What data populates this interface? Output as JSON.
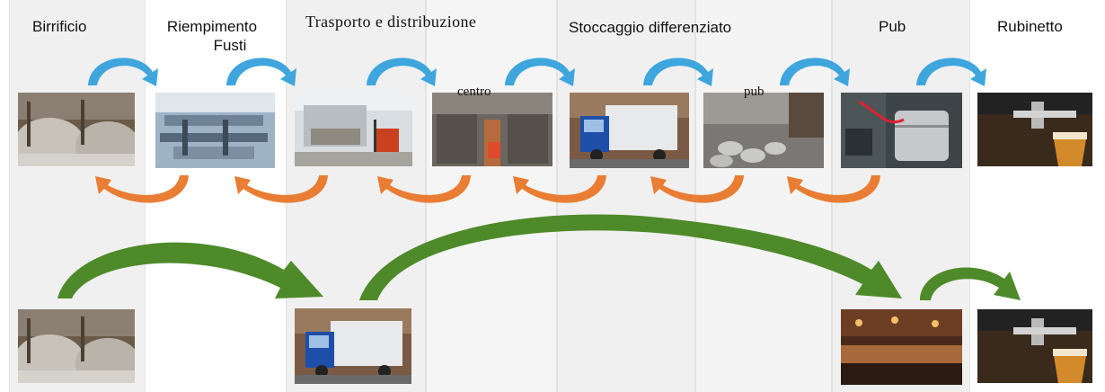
{
  "stages": [
    {
      "id": "birrificio",
      "label": "Birrificio"
    },
    {
      "id": "riempimento",
      "label_line1": "Riempimento",
      "label_line2": "Fusti"
    },
    {
      "id": "trasporto",
      "label": "Trasporto e distribuzione"
    },
    {
      "id": "stoccaggio",
      "label": "Stoccaggio differenziato"
    },
    {
      "id": "pub",
      "label": "Pub"
    },
    {
      "id": "rubinetto",
      "label": "Rubinetto"
    }
  ],
  "inline_labels": {
    "centro": "centro",
    "pub": "pub"
  },
  "top_row": [
    {
      "name": "brewery-tanks-image",
      "icon": "brewery-tanks"
    },
    {
      "name": "keg-filling-line-image",
      "icon": "filling-line"
    },
    {
      "name": "truck-loading-forklift-image",
      "icon": "forklift-truck"
    },
    {
      "name": "keg-warehouse-image",
      "icon": "keg-warehouse"
    },
    {
      "name": "delivery-truck-image",
      "icon": "delivery-truck"
    },
    {
      "name": "kegs-on-street-image",
      "icon": "kegs-street"
    },
    {
      "name": "pub-cellar-keg-image",
      "icon": "cellar-keg"
    },
    {
      "name": "beer-tap-image",
      "icon": "beer-tap"
    }
  ],
  "bottom_row": [
    {
      "name": "brewery-tanks-image-2",
      "icon": "brewery-tanks"
    },
    {
      "name": "delivery-truck-image-2",
      "icon": "delivery-truck"
    },
    {
      "name": "pub-interior-image",
      "icon": "pub-interior"
    },
    {
      "name": "beer-tap-image-2",
      "icon": "beer-tap"
    }
  ],
  "colors": {
    "forward_arrow": "#3fa6dd",
    "return_arrow": "#e87d33",
    "direct_arrow": "#4f8a2a",
    "band_gray": "#f0f0f0"
  }
}
